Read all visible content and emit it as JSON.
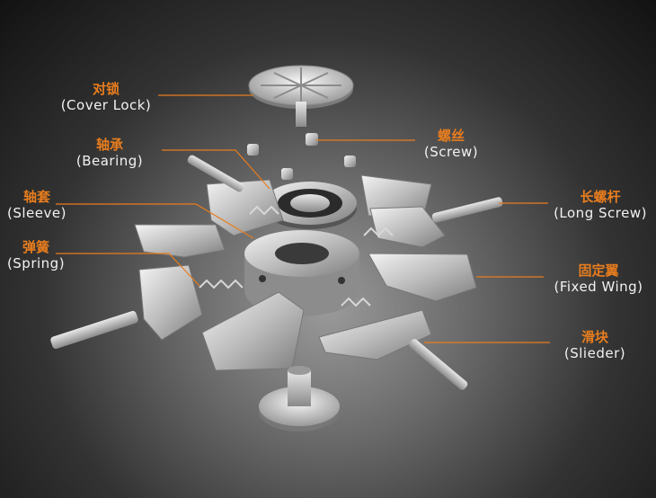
{
  "labels": {
    "cover_lock": {
      "zh": "对锁",
      "en": "(Cover Lock)"
    },
    "bearing": {
      "zh": "轴承",
      "en": "(Bearing)"
    },
    "sleeve": {
      "zh": "轴套",
      "en": "(Sleeve)"
    },
    "spring": {
      "zh": "弹簧",
      "en": "(Spring)"
    },
    "screw": {
      "zh": "螺丝",
      "en": "(Screw)"
    },
    "long_screw": {
      "zh": "长螺杆",
      "en": "(Long Screw)"
    },
    "fixed_wing": {
      "zh": "固定翼",
      "en": "(Fixed Wing)"
    },
    "slider": {
      "zh": "滑块",
      "en": "(Slieder)"
    }
  },
  "colors": {
    "accent": "#e87d1e",
    "leader": "#e87d1e",
    "text": "#f2f2f2",
    "metal": "#c9c9c9"
  }
}
